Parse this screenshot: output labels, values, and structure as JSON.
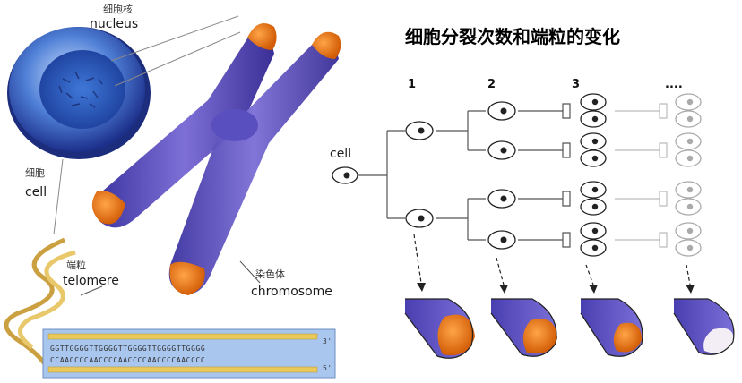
{
  "left_panel": {
    "nucleus_zh": "细胞核",
    "nucleus_en": "nucleus",
    "cell_zh": "细胞",
    "cell_en": "cell",
    "telomere_zh": "端粒",
    "telomere_en": "telomere",
    "chromosome_zh": "染色体",
    "chromosome_en": "chromosome",
    "dna_top": "GGTTGGGGTTGGGGTTGGGGTTGGGGTTGGGG",
    "dna_bottom": "CCAACCCCAACCCCAACCCCAACCCCAACCCC",
    "dna_end_top": "3'",
    "dna_end_bottom": "5'"
  },
  "right_panel": {
    "title": "细胞分裂次数和端粒的变化",
    "cell_label": "cell",
    "generations": [
      "1",
      "2",
      "3",
      "...."
    ]
  },
  "colors": {
    "chromosome": "#4a3fa8",
    "telomere": "#e8760e",
    "nucleus": "#2d5bb8",
    "tree_line": "#555555"
  }
}
